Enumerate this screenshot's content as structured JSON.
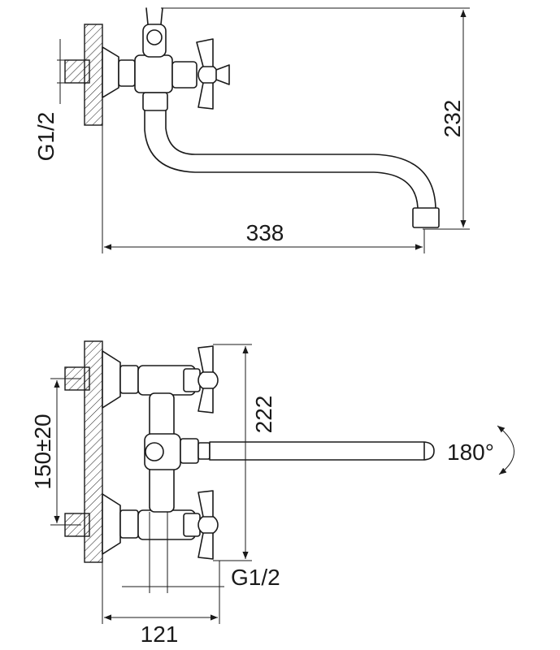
{
  "side_view": {
    "dim_height": "232",
    "dim_length": "338",
    "dim_thread": "G1/2"
  },
  "front_view": {
    "dim_height": "222",
    "dim_spacing": "150±20",
    "dim_thread": "G1/2",
    "dim_width": "121",
    "rotation": "180°"
  }
}
